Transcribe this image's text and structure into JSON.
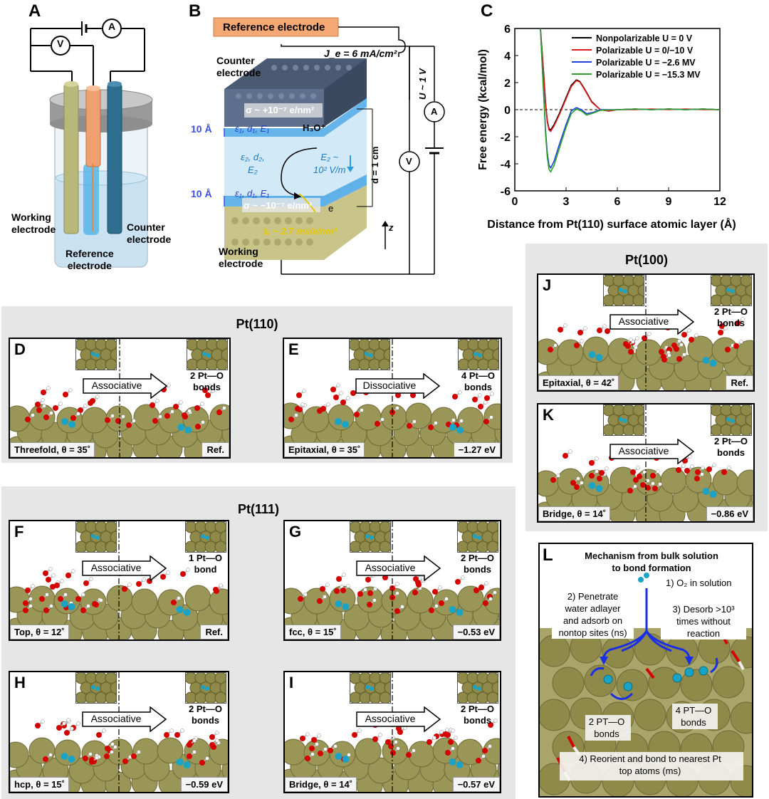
{
  "panels": {
    "A": "A",
    "B": "B",
    "C": "C",
    "D": "D",
    "E": "E",
    "F": "F",
    "G": "G",
    "H": "H",
    "I": "I",
    "J": "J",
    "K": "K",
    "L": "L"
  },
  "panelA": {
    "v": "V",
    "a": "A",
    "working": "Working\nelectrode",
    "counter": "Counter\nelectrode",
    "reference": "Reference\nelectrode"
  },
  "panelB": {
    "reference": "Reference electrode",
    "counter": "Counter\nelectrode",
    "working": "Working\nelectrode",
    "je": "J_e = 6 mA/cm²",
    "sigma_top": "σ ~ +10⁻⁷ e/nm²",
    "sigma_bot": "σ ~ −10⁻⁷ e/nm²",
    "ten_top": "10 Å",
    "ten_bot": "10 Å",
    "eps1_top": "ε₁, d₁, E₁",
    "eps1_bot": "ε₁, d₁, E₁",
    "eps2": "ε₂, d₂,\nE₂",
    "e2": "E₂ ~\n10² V/m",
    "h3o": "H₃O⁺",
    "e": "e",
    "te": "tₑ ~ 2.7 ms/e/nm²",
    "d": "d = 1 cm",
    "u": "U ~ 1 V",
    "v": "V",
    "a": "A",
    "z": "z"
  },
  "chart_data": {
    "type": "line",
    "xlabel": "Distance from Pt(110) surface atomic layer (Å)",
    "ylabel": "Free energy (kcal/mol)",
    "xlim": [
      0,
      12
    ],
    "ylim": [
      -6,
      6
    ],
    "xticks": [
      0,
      3,
      6,
      9,
      12
    ],
    "yticks": [
      -6,
      -4,
      -2,
      0,
      2,
      4,
      6
    ],
    "legend_position": "top-right",
    "series": [
      {
        "name": "Nonpolarizable U = 0 V",
        "color": "#000000",
        "x": [
          1.5,
          1.7,
          1.8,
          1.9,
          2.0,
          2.1,
          2.3,
          2.6,
          3.0,
          3.3,
          3.6,
          3.8,
          4.1,
          4.5,
          5.0,
          5.5,
          6,
          7,
          8,
          9,
          10,
          11,
          12
        ],
        "y": [
          6,
          2.5,
          0.5,
          -0.8,
          -1.4,
          -1.5,
          -1.1,
          -0.3,
          0.9,
          1.8,
          2.2,
          2.1,
          1.5,
          0.6,
          0.0,
          -0.1,
          0.0,
          0.05,
          0.0,
          0.05,
          0.0,
          0.05,
          0.0
        ]
      },
      {
        "name": "Polarizable U = 0/−10 V",
        "color": "#e31a1c",
        "x": [
          1.5,
          1.7,
          1.8,
          1.9,
          2.0,
          2.1,
          2.3,
          2.6,
          3.0,
          3.3,
          3.6,
          3.8,
          4.1,
          4.5,
          5.0,
          5.5,
          6,
          7,
          8,
          9,
          10,
          11,
          12
        ],
        "y": [
          6,
          2.4,
          0.4,
          -0.9,
          -1.5,
          -1.6,
          -1.2,
          -0.4,
          0.8,
          1.7,
          2.15,
          2.05,
          1.45,
          0.55,
          0.0,
          -0.1,
          0.0,
          0.0,
          0.05,
          0.0,
          0.05,
          0.0,
          0.0
        ]
      },
      {
        "name": "Polarizable U = −2.6 MV",
        "color": "#1f3fd6",
        "x": [
          1.5,
          1.6,
          1.7,
          1.8,
          1.9,
          2.0,
          2.1,
          2.3,
          2.6,
          3.0,
          3.3,
          3.6,
          3.9,
          4.2,
          4.6,
          5.0,
          6,
          7,
          8,
          9,
          10,
          11,
          12
        ],
        "y": [
          6,
          3.5,
          1.0,
          -1.5,
          -3.2,
          -4.1,
          -4.3,
          -3.8,
          -2.6,
          -1.1,
          -0.1,
          0.15,
          0.0,
          -0.3,
          -0.2,
          0.0,
          0.0,
          0.05,
          0.0,
          0.05,
          0.0,
          0.05,
          0.0
        ]
      },
      {
        "name": "Polarizable U = −15.3 MV",
        "color": "#2ca02c",
        "x": [
          1.5,
          1.6,
          1.7,
          1.8,
          1.9,
          2.0,
          2.1,
          2.3,
          2.6,
          3.0,
          3.3,
          3.6,
          3.9,
          4.2,
          4.6,
          5.0,
          6,
          7,
          8,
          9,
          10,
          11,
          12
        ],
        "y": [
          6,
          3.3,
          0.8,
          -1.8,
          -3.5,
          -4.4,
          -4.6,
          -4.1,
          -2.9,
          -1.3,
          -0.3,
          0.05,
          -0.1,
          -0.4,
          -0.25,
          -0.05,
          0.0,
          0.05,
          0.0,
          0.05,
          0.0,
          0.05,
          0.0
        ]
      }
    ],
    "reference_line": {
      "y": 0,
      "style": "dashed"
    }
  },
  "groups": {
    "pt110": "Pt(110)",
    "pt111": "Pt(111)",
    "pt100": "Pt(100)"
  },
  "mdpanels": [
    {
      "id": "D",
      "arrow": "Associative",
      "bonds": "2 Pt—O\nbonds",
      "site": "Threefold, θ = 35˚",
      "energy": "Ref."
    },
    {
      "id": "E",
      "arrow": "Dissociative",
      "bonds": "4 Pt—O\nbonds",
      "site": "Epitaxial, θ = 35˚",
      "energy": "−1.27 eV"
    },
    {
      "id": "F",
      "arrow": "Associative",
      "bonds": "1 Pt—O\nbond",
      "site": "Top, θ = 12˚",
      "energy": "Ref."
    },
    {
      "id": "G",
      "arrow": "Associative",
      "bonds": "2 Pt—O\nbonds",
      "site": "fcc, θ = 15˚",
      "energy": "−0.53 eV"
    },
    {
      "id": "H",
      "arrow": "Associative",
      "bonds": "2 Pt—O\nbonds",
      "site": "hcp, θ = 15˚",
      "energy": "−0.59 eV"
    },
    {
      "id": "I",
      "arrow": "Associative",
      "bonds": "2 Pt—O\nbonds",
      "site": "Bridge, θ = 14˚",
      "energy": "−0.57 eV"
    },
    {
      "id": "J",
      "arrow": "Associative",
      "bonds": "2 Pt—O\nbonds",
      "site": "Epitaxial, θ = 42˚",
      "energy": "Ref."
    },
    {
      "id": "K",
      "arrow": "Associative",
      "bonds": "2 Pt—O\nbonds",
      "site": "Bridge, θ = 14˚",
      "energy": "−0.86 eV"
    }
  ],
  "panelL": {
    "title": "Mechanism from bulk solution\nto bond formation",
    "step1": "1) O₂ in solution",
    "step2": "2) Penetrate\nwater adlayer\nand adsorb on\nnontop sites (ns)",
    "step3": "3) Desorb >10³\ntimes without\nreaction",
    "bonds2": "2 PT—O\nbonds",
    "bonds4": "4 PT—O\nbonds",
    "step4": "4) Reorient and bond to nearest Pt\ntop atoms (ms)"
  },
  "colors": {
    "pt": "#8f8a4a",
    "o": "#d40000",
    "h": "#ffffff",
    "o2": "#1aa3c4",
    "gray": "#e6e6e6",
    "blue_arrow": "#1a2ee6"
  }
}
